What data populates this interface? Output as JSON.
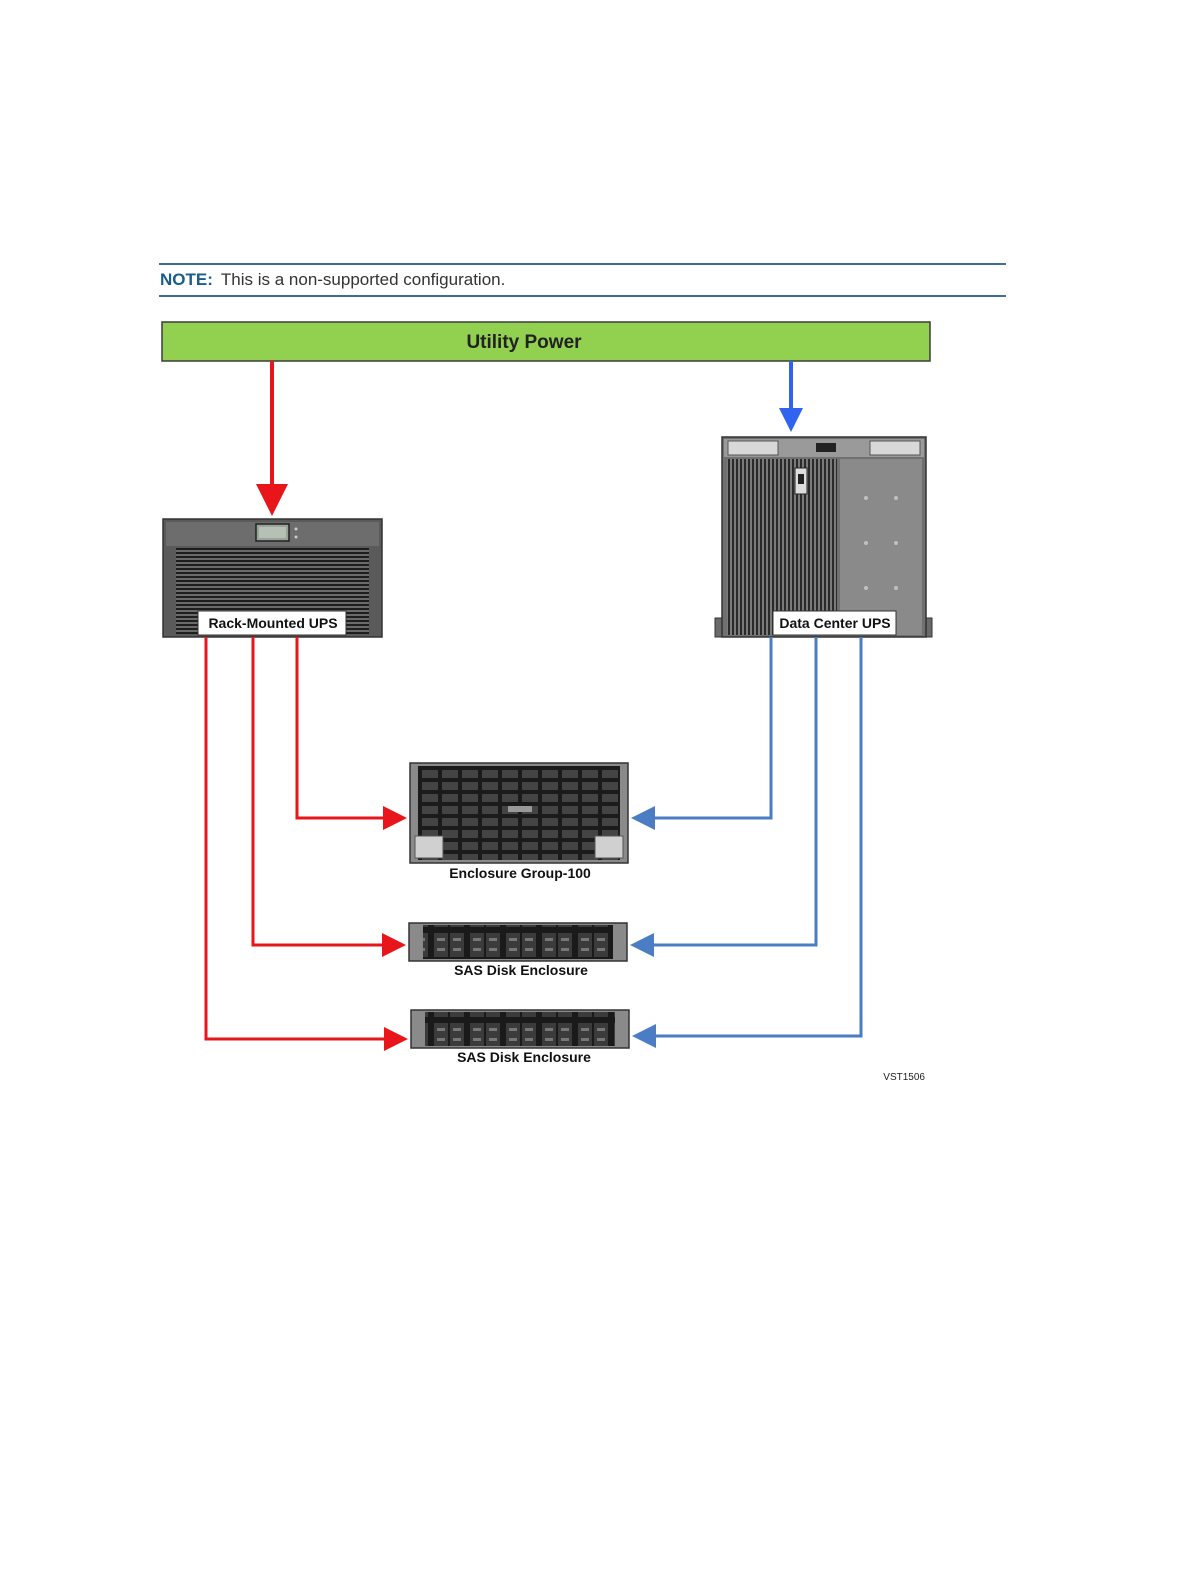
{
  "note": {
    "label": "NOTE:",
    "text": "This is a non-supported configuration."
  },
  "diagram": {
    "utility_power": "Utility Power",
    "rack_ups": "Rack-Mounted UPS",
    "datacenter_ups": "Data Center UPS",
    "enclosure_group": "Enclosure Group-100",
    "sas_enclosure_1": "SAS Disk Enclosure",
    "sas_enclosure_2": "SAS Disk Enclosure",
    "figure_id": "VST1506"
  },
  "colors": {
    "utility_bar": "#92d050",
    "red_feed": "#e8161b",
    "blue_feed": "#4a7dc4",
    "blue_arrow": "#2f63f0",
    "note_rule": "#3a6f9c"
  }
}
